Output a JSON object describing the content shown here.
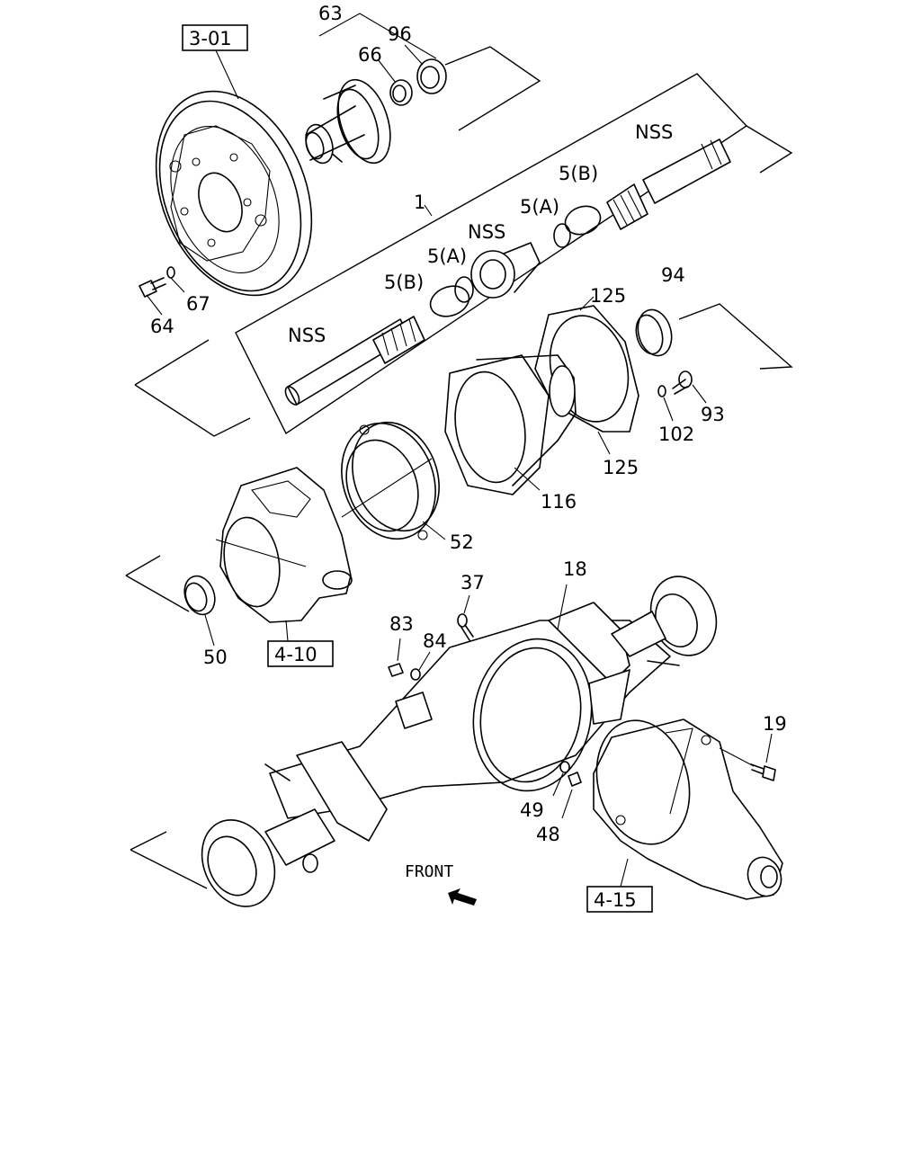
{
  "callouts": {
    "ref_3_01": "3-01",
    "ref_4_10": "4-10",
    "ref_4_15": "4-15",
    "p63": "63",
    "p66": "66",
    "p96": "96",
    "p1": "1",
    "nss_1": "NSS",
    "nss_2": "NSS",
    "nss_3": "NSS",
    "p5b_1": "5(B)",
    "p5a_1": "5(A)",
    "p5a_2": "5(A)",
    "p5b_2": "5(B)",
    "p64": "64",
    "p67": "67",
    "p125a": "125",
    "p125b": "125",
    "p94": "94",
    "p93": "93",
    "p102": "102",
    "p116": "116",
    "p52": "52",
    "p50": "50",
    "p37": "37",
    "p18": "18",
    "p83": "83",
    "p84": "84",
    "p19": "19",
    "p49": "49",
    "p48": "48",
    "front": "FRONT"
  }
}
